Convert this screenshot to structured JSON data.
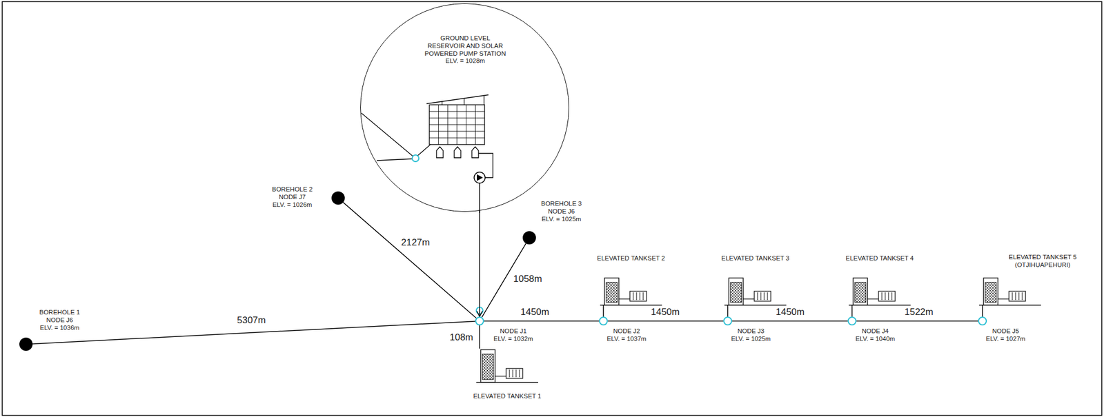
{
  "diagram": {
    "nodes": [
      {
        "text": [
          "GROUND LEVEL",
          "RESERVOIR AND SOLAR",
          "POWERED PUMP STATION",
          "ELV. = 1028m"
        ]
      },
      {
        "text": [
          "BOREHOLE 2",
          "NODE J7",
          "ELV. = 1026m"
        ]
      },
      {
        "text": [
          "BOREHOLE 3",
          "NODE J6",
          "ELV. = 1025m"
        ]
      },
      {
        "text": [
          "BOREHOLE 1",
          "NODE J6",
          "ELV. = 1036m"
        ]
      },
      {
        "text": [
          "NODE J1",
          "ELV. = 1032m"
        ]
      },
      {
        "text": [
          "NODE J2",
          "ELV. = 1037m"
        ]
      },
      {
        "text": [
          "NODE J3",
          "ELV. = 1025m"
        ]
      },
      {
        "text": [
          "NODE J4",
          "ELV. = 1040m"
        ]
      },
      {
        "text": [
          "NODE J5",
          "ELV. = 1027m"
        ]
      },
      {
        "text": [
          "ELEVATED TANKSET 1"
        ]
      },
      {
        "text": [
          "ELEVATED TANKSET 2"
        ]
      },
      {
        "text": [
          "ELEVATED TANKSET 3"
        ]
      },
      {
        "text": [
          "ELEVATED TANKSET 4"
        ]
      },
      {
        "text": [
          "ELEVATED TANKSET 5",
          "(OTJIHUAPEHURI)"
        ]
      }
    ],
    "edges": [
      {
        "from": 0,
        "to": 4,
        "arrow": "to"
      },
      {
        "from": 1,
        "to": 4,
        "label": "2127m",
        "arrow": "none"
      },
      {
        "from": 2,
        "to": 4,
        "label": "1058m",
        "arrow": "none"
      },
      {
        "from": 3,
        "to": 4,
        "label": "5307m",
        "arrow": "none"
      },
      {
        "from": 4,
        "to": 9,
        "label": "108m",
        "arrow": "none"
      },
      {
        "from": 4,
        "to": 5,
        "label": "1450m",
        "arrow": "none"
      },
      {
        "from": 5,
        "to": 6,
        "label": "1450m",
        "arrow": "none"
      },
      {
        "from": 6,
        "to": 7,
        "label": "1450m",
        "arrow": "none"
      },
      {
        "from": 7,
        "to": 8,
        "label": "1522m",
        "arrow": "none"
      },
      {
        "from": 5,
        "to": 10,
        "arrow": "none"
      },
      {
        "from": 6,
        "to": 11,
        "arrow": "none"
      },
      {
        "from": 7,
        "to": 12,
        "arrow": "none"
      },
      {
        "from": 8,
        "to": 13,
        "arrow": "none"
      }
    ]
  }
}
